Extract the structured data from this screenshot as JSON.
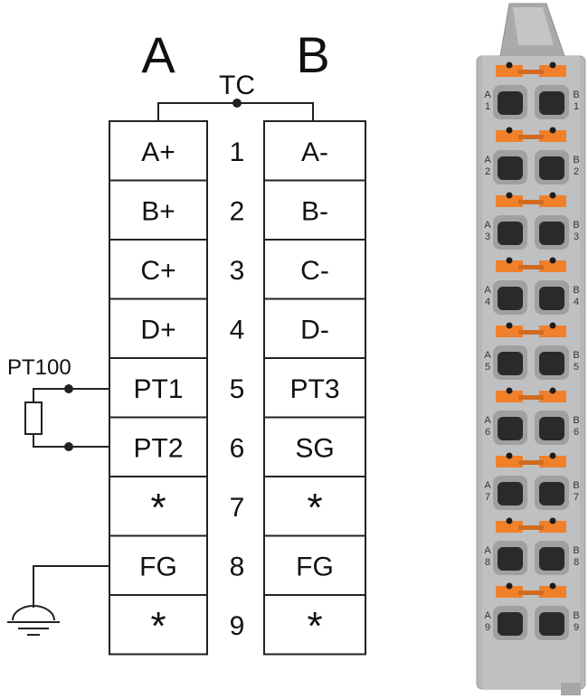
{
  "headers": {
    "a": "A",
    "b": "B",
    "tc": "TC",
    "sensor": "PT100"
  },
  "rows": [
    {
      "num": "1",
      "a": "A+",
      "b": "A-"
    },
    {
      "num": "2",
      "a": "B+",
      "b": "B-"
    },
    {
      "num": "3",
      "a": "C+",
      "b": "C-"
    },
    {
      "num": "4",
      "a": "D+",
      "b": "D-"
    },
    {
      "num": "5",
      "a": "PT1",
      "b": "PT3"
    },
    {
      "num": "6",
      "a": "PT2",
      "b": "SG"
    },
    {
      "num": "7",
      "a": "*",
      "b": "*"
    },
    {
      "num": "8",
      "a": "FG",
      "b": "FG"
    },
    {
      "num": "9",
      "a": "*",
      "b": "*"
    }
  ],
  "connector": {
    "housing_color": "#b6b7b9",
    "lever_color": "#f0802a",
    "slot_color": "#2a2a2a",
    "side_labels_a": [
      "A 1",
      "A 2",
      "A 3",
      "A 4",
      "A 5",
      "A 6",
      "A 7",
      "A 8",
      "A 9"
    ],
    "side_labels_b": [
      "B 1",
      "B 2",
      "B 3",
      "B 4",
      "B 5",
      "B 6",
      "B 7",
      "B 8",
      "B 9"
    ]
  },
  "icons": {
    "ground": "ground-icon",
    "resistor": "resistor-icon"
  }
}
